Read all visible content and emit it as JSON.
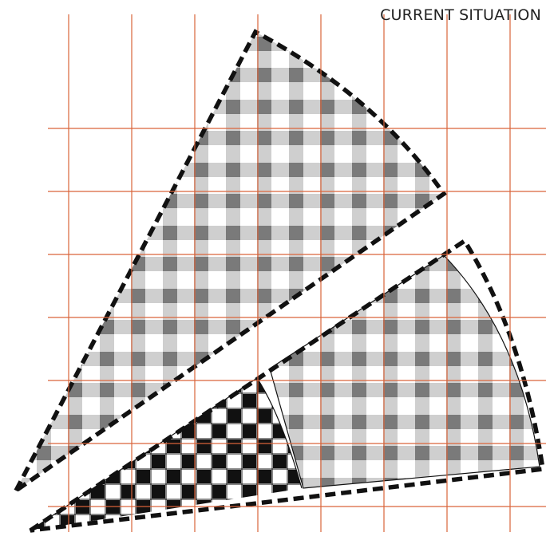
{
  "title": "CURRENT SITUATION",
  "colors": {
    "grid": "#d9643a",
    "pattern_light": "#d0d0d0",
    "pattern_dark": "#7a7a7a",
    "pattern_black": "#111111",
    "outline": "#111111"
  },
  "shapes": [
    {
      "name": "large-wedge",
      "pattern": "gingham-gray"
    },
    {
      "name": "right-wedge",
      "pattern": "gingham-gray"
    },
    {
      "name": "lower-wedge",
      "pattern": "checker-black"
    }
  ]
}
